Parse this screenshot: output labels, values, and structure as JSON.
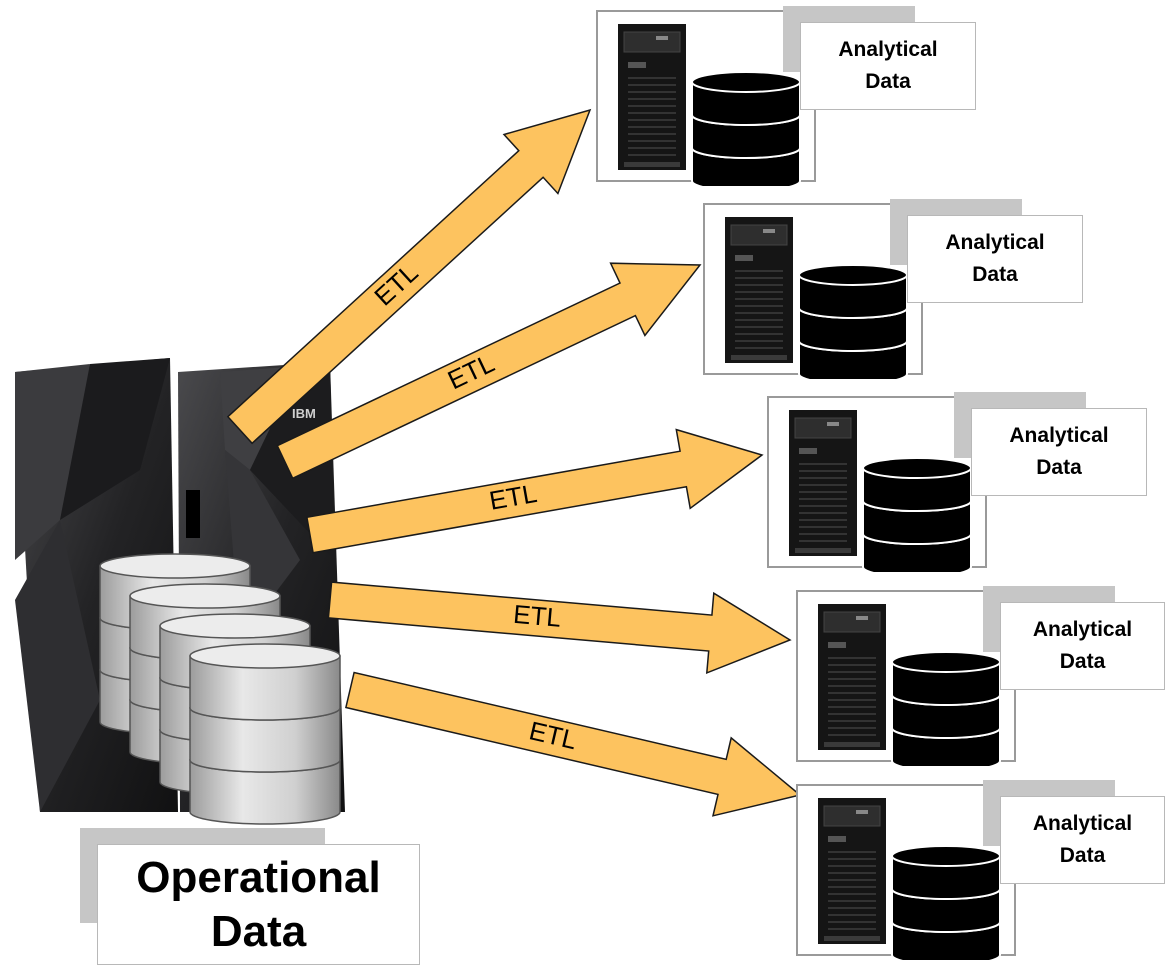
{
  "source": {
    "label": "Operational\nData",
    "logo_text": "IBM"
  },
  "flows": [
    {
      "label": "ETL"
    },
    {
      "label": "ETL"
    },
    {
      "label": "ETL"
    },
    {
      "label": "ETL"
    },
    {
      "label": "ETL"
    }
  ],
  "targets": [
    {
      "label": "Analytical\nData"
    },
    {
      "label": "Analytical\nData"
    },
    {
      "label": "Analytical\nData"
    },
    {
      "label": "Analytical\nData"
    },
    {
      "label": "Analytical\nData"
    }
  ],
  "colors": {
    "arrow_fill": "#fdc35f",
    "arrow_stroke": "#1a1a1a",
    "mainframe": "#2b2b2d",
    "disk": "#d3d3d3",
    "server": "#151515",
    "label_shadow": "#c6c6c6"
  }
}
